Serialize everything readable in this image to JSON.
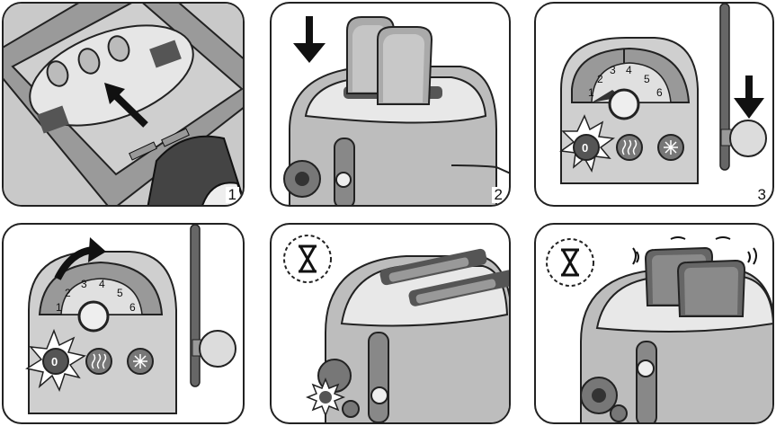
{
  "steps": [
    {
      "number": "1"
    },
    {
      "number": "2"
    },
    {
      "number": "3",
      "dial_numbers": [
        "1",
        "2",
        "3",
        "4",
        "5",
        "6"
      ],
      "button_label": "0"
    },
    {
      "number": "",
      "dial_numbers": [
        "1",
        "2",
        "3",
        "4",
        "5",
        "6"
      ],
      "button_label": "0"
    },
    {
      "number": ""
    },
    {
      "number": ""
    }
  ],
  "icons": [
    "arrow-down-icon",
    "arrow-up-left-icon",
    "curved-arrow-icon",
    "hourglass-icon",
    "reheat-icon",
    "defrost-icon"
  ],
  "colors": {
    "line": "#222222",
    "light_gray": "#d6d6d6",
    "mid_gray": "#a8a8a8",
    "dark_gray": "#555555"
  }
}
